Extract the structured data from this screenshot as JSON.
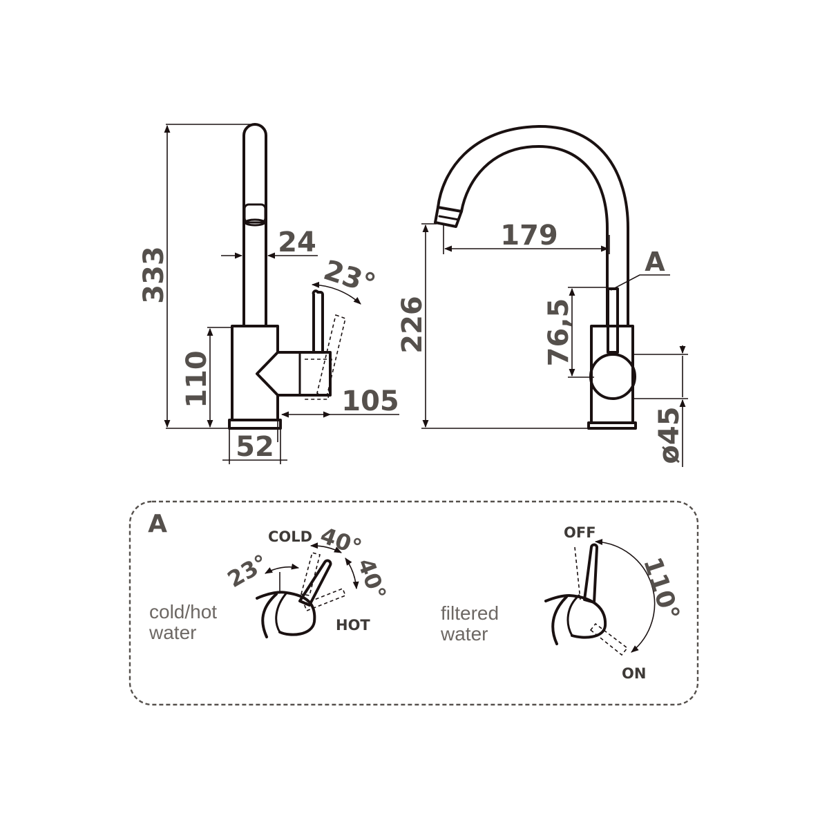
{
  "side_view": {
    "dims": {
      "height_total": "333",
      "spout_diameter": "24",
      "lever_angle": "23°",
      "body_height": "110",
      "lever_reach": "105",
      "base_width": "52"
    }
  },
  "front_view": {
    "dims": {
      "spout_reach": "179",
      "spout_height": "226",
      "handle_height": "76,5",
      "base_diameter": "ø45"
    },
    "callout": "A"
  },
  "detail": {
    "title": "A",
    "mixer": {
      "caption_line1": "cold/hot",
      "caption_line2": "water",
      "cold_label": "COLD",
      "hot_label": "HOT",
      "angle_back": "23°",
      "angle_cold": "40°",
      "angle_hot": "40°"
    },
    "filter": {
      "caption_line1": "filtered",
      "caption_line2": "water",
      "off_label": "OFF",
      "on_label": "ON",
      "angle": "110°"
    }
  }
}
